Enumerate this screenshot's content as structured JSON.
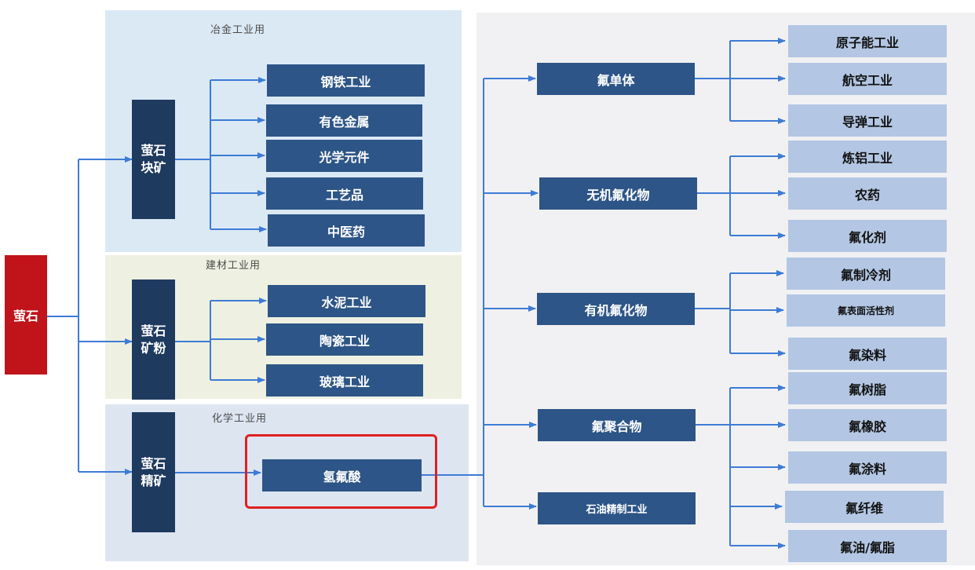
{
  "sections": {
    "metallurgy": "冶金工业用",
    "building": "建材工业用",
    "chemical": "化学工业用"
  },
  "root": "萤石",
  "ores": {
    "lump": "萤石\n块矿",
    "powder": "萤石\n矿粉",
    "concentrate": "萤石\n精矿"
  },
  "metallurgy_uses": [
    "钢铁工业",
    "有色金属",
    "光学元件",
    "工艺品",
    "中医药"
  ],
  "building_uses": [
    "水泥工业",
    "陶瓷工业",
    "玻璃工业"
  ],
  "hf": "氢氟酸",
  "chem_products": [
    "氟单体",
    "无机氟化物",
    "有机氟化物",
    "氟聚合物",
    "石油精制工业"
  ],
  "end_uses": [
    "原子能工业",
    "航空工业",
    "导弹工业",
    "炼铝工业",
    "农药",
    "氟化剂",
    "氟制冷剂",
    "氟表面活性剂",
    "氟染料",
    "氟树脂",
    "氟橡胶",
    "氟涂料",
    "氟纤维",
    "氟油/氟脂"
  ],
  "colors": {
    "root": "#c0141a",
    "ore": "#1f3a5f",
    "product": "#2d5587",
    "end_use": "#b3c6e3",
    "arrow": "#3d7bd6",
    "highlight": "#e02020"
  }
}
